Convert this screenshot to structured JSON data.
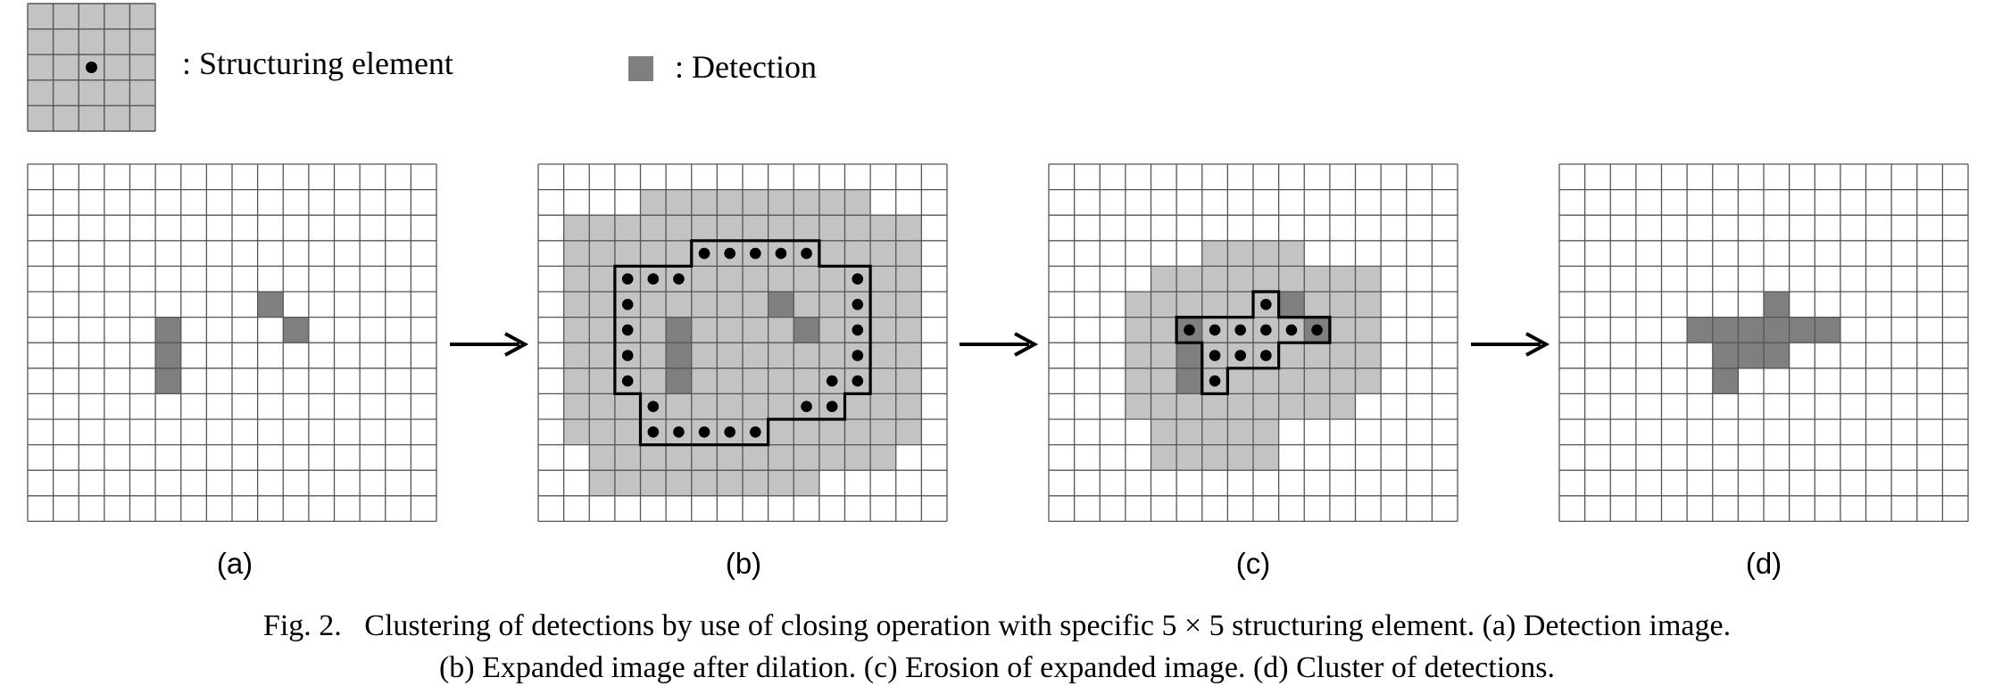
{
  "legend": {
    "structuring_label": ": Structuring element",
    "detection_label": ": Detection"
  },
  "panels": [
    {
      "id": "a",
      "label": "(a)",
      "light": [],
      "dark": [
        [
          5,
          6
        ],
        [
          5,
          8
        ],
        [
          10,
          6
        ],
        [
          5,
          7
        ],
        [
          9,
          5
        ]
      ],
      "dots": [],
      "outline": []
    },
    {
      "id": "b",
      "label": "(b)",
      "light_rows": [
        [
          1,
          4,
          12
        ],
        [
          2,
          1,
          14
        ],
        [
          3,
          1,
          14
        ],
        [
          4,
          1,
          14
        ],
        [
          5,
          1,
          14
        ],
        [
          6,
          1,
          14
        ],
        [
          7,
          1,
          14
        ],
        [
          8,
          1,
          14
        ],
        [
          9,
          1,
          14
        ],
        [
          10,
          1,
          14
        ],
        [
          11,
          2,
          13
        ],
        [
          12,
          2,
          10
        ]
      ],
      "dark": [
        [
          5,
          6
        ],
        [
          5,
          8
        ],
        [
          10,
          6
        ],
        [
          5,
          7
        ],
        [
          9,
          5
        ]
      ],
      "dots": [
        [
          6,
          3
        ],
        [
          7,
          3
        ],
        [
          8,
          3
        ],
        [
          9,
          3
        ],
        [
          10,
          3
        ],
        [
          3,
          4
        ],
        [
          4,
          4
        ],
        [
          5,
          4
        ],
        [
          12,
          4
        ],
        [
          3,
          5
        ],
        [
          12,
          5
        ],
        [
          3,
          6
        ],
        [
          12,
          6
        ],
        [
          3,
          7
        ],
        [
          12,
          7
        ],
        [
          3,
          8
        ],
        [
          11,
          8
        ],
        [
          12,
          8
        ],
        [
          4,
          9
        ],
        [
          10,
          9
        ],
        [
          11,
          9
        ],
        [
          4,
          10
        ],
        [
          5,
          10
        ],
        [
          6,
          10
        ],
        [
          7,
          10
        ],
        [
          8,
          10
        ]
      ],
      "outline": [
        [
          6,
          3
        ],
        [
          11,
          3
        ],
        [
          11,
          4
        ],
        [
          13,
          4
        ],
        [
          13,
          9
        ],
        [
          12,
          9
        ],
        [
          12,
          10
        ],
        [
          9,
          10
        ],
        [
          9,
          11
        ],
        [
          4,
          11
        ],
        [
          4,
          9
        ],
        [
          3,
          9
        ],
        [
          3,
          4
        ],
        [
          6,
          4
        ]
      ]
    },
    {
      "id": "c",
      "label": "(c)",
      "light_rows": [
        [
          3,
          6,
          9
        ],
        [
          4,
          4,
          12
        ],
        [
          5,
          3,
          12
        ],
        [
          6,
          3,
          12
        ],
        [
          7,
          3,
          12
        ],
        [
          8,
          3,
          12
        ],
        [
          9,
          3,
          11
        ],
        [
          10,
          4,
          8
        ],
        [
          11,
          4,
          8
        ]
      ],
      "dark": [
        [
          5,
          6
        ],
        [
          5,
          8
        ],
        [
          10,
          6
        ],
        [
          5,
          7
        ],
        [
          9,
          5
        ]
      ],
      "dots": [
        [
          8,
          5
        ],
        [
          5,
          6
        ],
        [
          6,
          6
        ],
        [
          7,
          6
        ],
        [
          8,
          6
        ],
        [
          9,
          6
        ],
        [
          10,
          6
        ],
        [
          6,
          7
        ],
        [
          7,
          7
        ],
        [
          8,
          7
        ],
        [
          6,
          8
        ]
      ],
      "outline": [
        [
          8,
          5
        ],
        [
          9,
          5
        ],
        [
          9,
          6
        ],
        [
          11,
          6
        ],
        [
          11,
          7
        ],
        [
          9,
          7
        ],
        [
          9,
          8
        ],
        [
          7,
          8
        ],
        [
          7,
          9
        ],
        [
          6,
          9
        ],
        [
          6,
          7
        ],
        [
          5,
          7
        ],
        [
          5,
          6
        ],
        [
          8,
          6
        ]
      ]
    },
    {
      "id": "d",
      "label": "(d)",
      "light": [],
      "dark": [
        [
          8,
          5
        ],
        [
          5,
          6
        ],
        [
          6,
          6
        ],
        [
          7,
          6
        ],
        [
          8,
          6
        ],
        [
          9,
          6
        ],
        [
          10,
          6
        ],
        [
          6,
          7
        ],
        [
          7,
          7
        ],
        [
          8,
          7
        ],
        [
          6,
          8
        ]
      ],
      "dots": [],
      "outline": []
    }
  ],
  "caption": {
    "line1": "Fig. 2.   Clustering of detections by use of closing operation with specific 5 × 5 structuring element. (a) Detection image.",
    "line2": "(b) Expanded image after dilation. (c) Erosion of expanded image. (d) Cluster of detections."
  },
  "colors": {
    "light_fill": "#c3c3c3",
    "dark_fill": "#7f7f7f",
    "grid_line": "#555555",
    "outline": "#000000"
  }
}
